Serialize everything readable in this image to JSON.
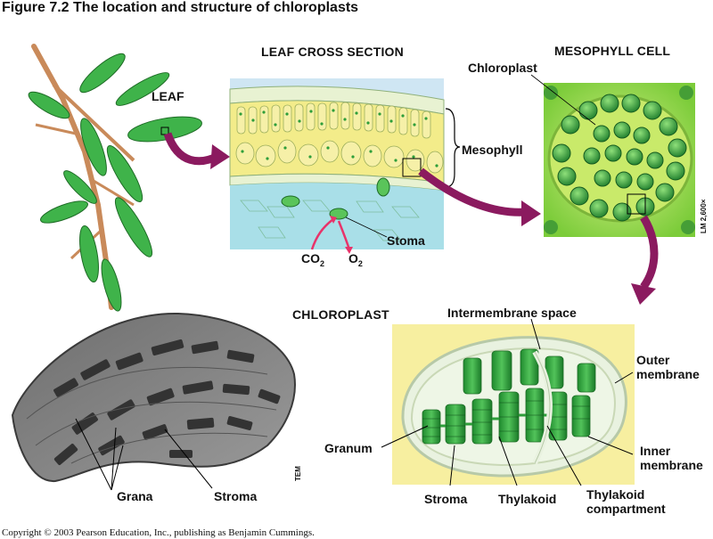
{
  "figure": {
    "title": "Figure 7.2  The location and structure of chloroplasts",
    "copyright": "Copyright © 2003 Pearson Education, Inc., publishing as Benjamin Cummings."
  },
  "panels": {
    "leaf": {
      "label": "LEAF"
    },
    "cross_section": {
      "header": "LEAF CROSS SECTION",
      "mesophyll": "Mesophyll",
      "stoma": "Stoma",
      "co2": "CO",
      "co2_sub": "2",
      "o2": "O",
      "o2_sub": "2"
    },
    "mesophyll_cell": {
      "header": "MESOPHYLL CELL",
      "chloroplast": "Chloroplast",
      "magnification": "LM 2,600×"
    },
    "chloroplast": {
      "header": "CHLOROPLAST",
      "intermembrane_space": "Intermembrane space",
      "outer_membrane_1": "Outer",
      "outer_membrane_2": "membrane",
      "granum": "Granum",
      "inner_membrane_1": "Inner",
      "inner_membrane_2": "membrane",
      "stroma": "Stroma",
      "thylakoid": "Thylakoid",
      "thylakoid_compartment_1": "Thylakoid",
      "thylakoid_compartment_2": "compartment"
    },
    "tem": {
      "grana": "Grana",
      "stroma": "Stroma",
      "tem_label": "TEM"
    }
  },
  "colors": {
    "arrow": "#8b1a5f",
    "leaf_green": "#3fb34a",
    "stem": "#c98a5a",
    "cell_yellow": "#f3ec8a",
    "chloroplast_green": "#2e9e3a",
    "panel_yellow": "#f7efa0",
    "air_blue": "#cfe6f3"
  }
}
